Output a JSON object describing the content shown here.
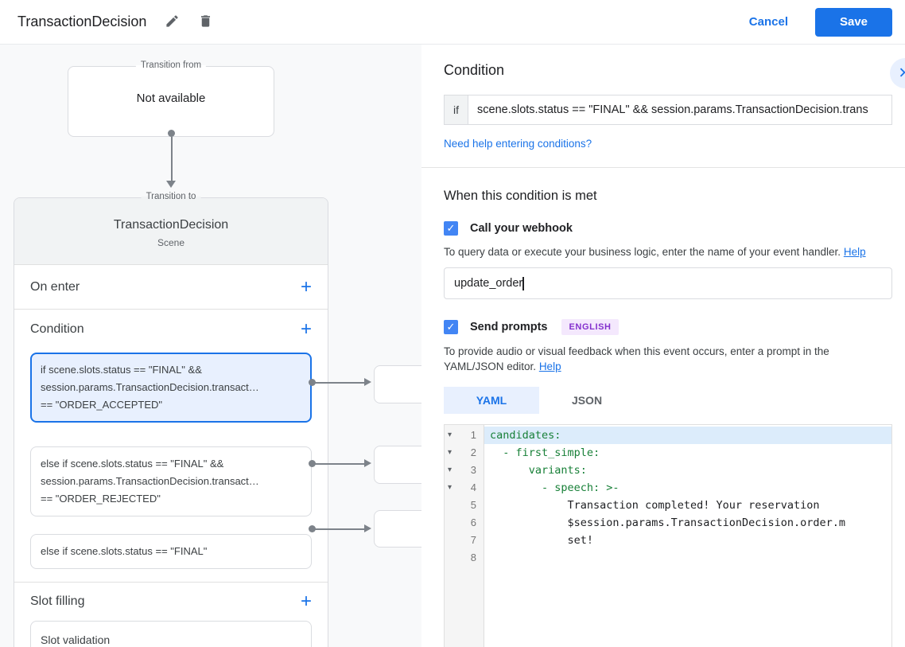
{
  "colors": {
    "accent": "#1a73e8",
    "selected_bg": "#e8f0fe",
    "badge_bg": "#f4e8fd",
    "badge_text": "#8430ce",
    "yaml_key": "#188038"
  },
  "header": {
    "title": "TransactionDecision",
    "cancel_label": "Cancel",
    "save_label": "Save"
  },
  "diagram": {
    "transition_from": {
      "legend": "Transition from",
      "content": "Not available"
    },
    "transition_to": {
      "legend": "Transition to",
      "title": "TransactionDecision",
      "subtitle": "Scene",
      "on_enter_label": "On enter",
      "condition_label": "Condition",
      "cards": [
        {
          "lines": [
            "if scene.slots.status == \"FINAL\" &&",
            "session.params.TransactionDecision.transact…",
            "== \"ORDER_ACCEPTED\""
          ]
        },
        {
          "lines": [
            "else if scene.slots.status == \"FINAL\" &&",
            "session.params.TransactionDecision.transact…",
            "== \"ORDER_REJECTED\""
          ]
        },
        {
          "lines": [
            "else if scene.slots.status == \"FINAL\""
          ]
        }
      ],
      "slot_filling_label": "Slot filling",
      "slot_card": "Slot validation"
    }
  },
  "panel": {
    "condition": {
      "heading": "Condition",
      "if_label": "if",
      "expression": "scene.slots.status == \"FINAL\" && session.params.TransactionDecision.trans",
      "help_link": "Need help entering conditions?"
    },
    "when_met": {
      "heading": "When this condition is met",
      "webhook": {
        "label": "Call your webhook",
        "helper": "To query data or execute your business logic, enter the name of your event handler.",
        "help_link": "Help",
        "value": "update_order"
      },
      "prompts": {
        "label": "Send prompts",
        "badge": "ENGLISH",
        "helper": "To provide audio or visual feedback when this event occurs, enter a prompt in the YAML/JSON editor.",
        "help_link": "Help"
      },
      "tabs": {
        "yaml": "YAML",
        "json": "JSON"
      },
      "editor": {
        "lines": [
          {
            "num": "1",
            "text": "candidates:"
          },
          {
            "num": "2",
            "text": "  - first_simple:"
          },
          {
            "num": "3",
            "text": "      variants:"
          },
          {
            "num": "4",
            "text": "        - speech: >-"
          },
          {
            "num": "5",
            "text": "            Transaction completed! Your reservation"
          },
          {
            "num": "6",
            "text": "            $session.params.TransactionDecision.order.m"
          },
          {
            "num": "7",
            "text": "            set!"
          },
          {
            "num": "8",
            "text": ""
          }
        ]
      }
    }
  }
}
